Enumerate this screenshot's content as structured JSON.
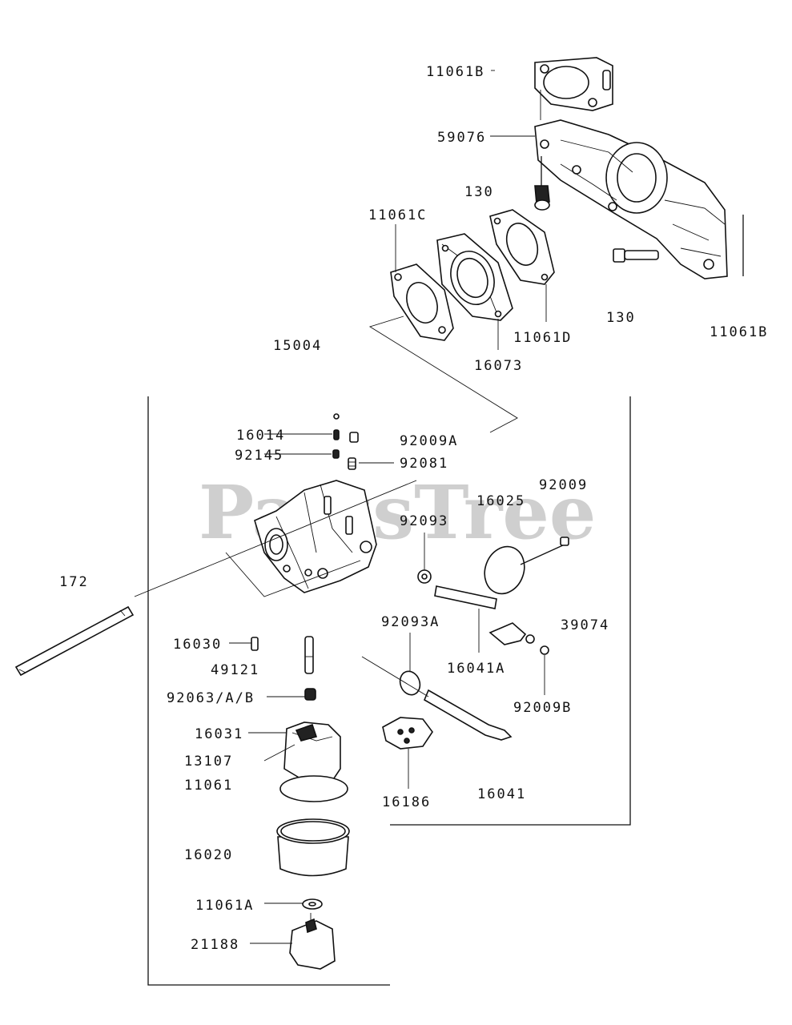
{
  "watermark": "PartsTree",
  "labels": {
    "l_11061B_top": "11061B",
    "l_59076": "59076",
    "l_130_top": "130",
    "l_11061C": "11061C",
    "l_130_right": "130",
    "l_11061B_right": "11061B",
    "l_11061D": "11061D",
    "l_15004": "15004",
    "l_16073": "16073",
    "l_16014": "16014",
    "l_92009A": "92009A",
    "l_92145": "92145",
    "l_92081": "92081",
    "l_92009": "92009",
    "l_16025": "16025",
    "l_92093": "92093",
    "l_172": "172",
    "l_92093A": "92093A",
    "l_39074": "39074",
    "l_16030": "16030",
    "l_16041A": "16041A",
    "l_49121": "49121",
    "l_92063": "92063/A/B",
    "l_92009B": "92009B",
    "l_16031": "16031",
    "l_13107": "13107",
    "l_11061": "11061",
    "l_16186": "16186",
    "l_16041": "16041",
    "l_16020": "16020",
    "l_11061A": "11061A",
    "l_21188": "21188"
  }
}
